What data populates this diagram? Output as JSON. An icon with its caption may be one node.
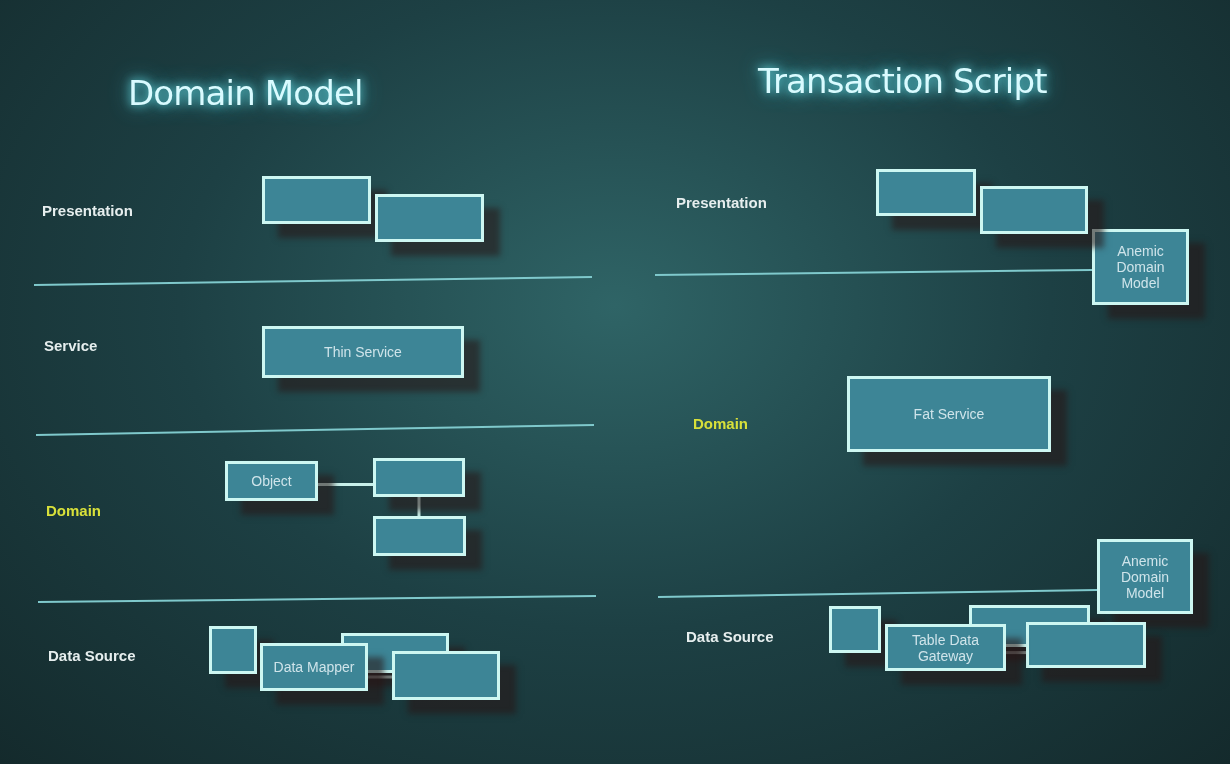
{
  "diagram": {
    "nodes": [
      {
        "text": [],
        "shape": "box"
      },
      {
        "text": [],
        "shape": "box"
      },
      {
        "text": [
          "Thin Service"
        ]
      },
      {
        "text": [
          "Object"
        ]
      },
      {
        "text": [],
        "shape": "box"
      },
      {
        "text": [],
        "shape": "box"
      },
      {
        "text": [],
        "shape": "box"
      },
      {
        "text": [],
        "shape": "box"
      },
      {
        "text": [
          "Data Mapper"
        ]
      },
      {
        "text": [],
        "shape": "box"
      },
      {
        "text": [],
        "shape": "box"
      },
      {
        "text": [],
        "shape": "box"
      },
      {
        "text": [
          "Anemic Domain Model"
        ]
      },
      {
        "text": [
          "Fat Service"
        ]
      },
      {
        "text": [
          "Anemic Domain Model"
        ]
      },
      {
        "text": [],
        "shape": "box"
      },
      {
        "text": [],
        "shape": "box"
      },
      {
        "text": [
          "Table Data Gateway"
        ]
      },
      {
        "text": [],
        "shape": "box"
      }
    ],
    "edges": [
      {
        "from": 3,
        "to": 4,
        "arrow": "none"
      },
      {
        "from": 4,
        "to": 5,
        "arrow": "none"
      },
      {
        "from": 8,
        "to": 9,
        "arrow": "none"
      },
      {
        "from": 17,
        "to": 18,
        "arrow": "none"
      }
    ],
    "labels": [
      "Domain Model",
      "Transaction Script",
      "Presentation",
      "Service",
      "Domain",
      "Data Source",
      "Presentation",
      "Domain",
      "Data Source"
    ]
  }
}
